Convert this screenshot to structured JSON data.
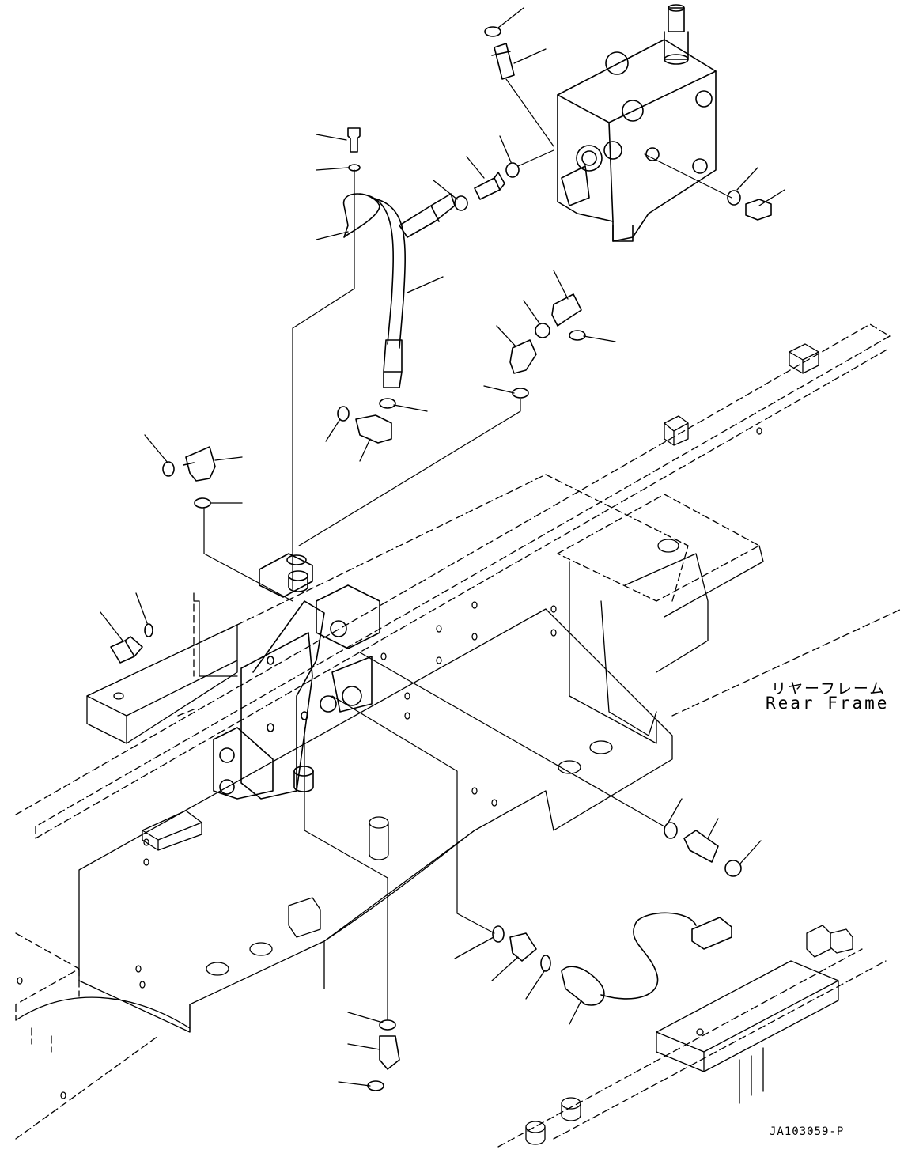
{
  "labels": {
    "frame_jp": "リヤーフレーム",
    "frame_en": "Rear Frame",
    "drawing_code": "JA103059-P"
  },
  "colors": {
    "line": "#000000",
    "background": "#ffffff"
  }
}
